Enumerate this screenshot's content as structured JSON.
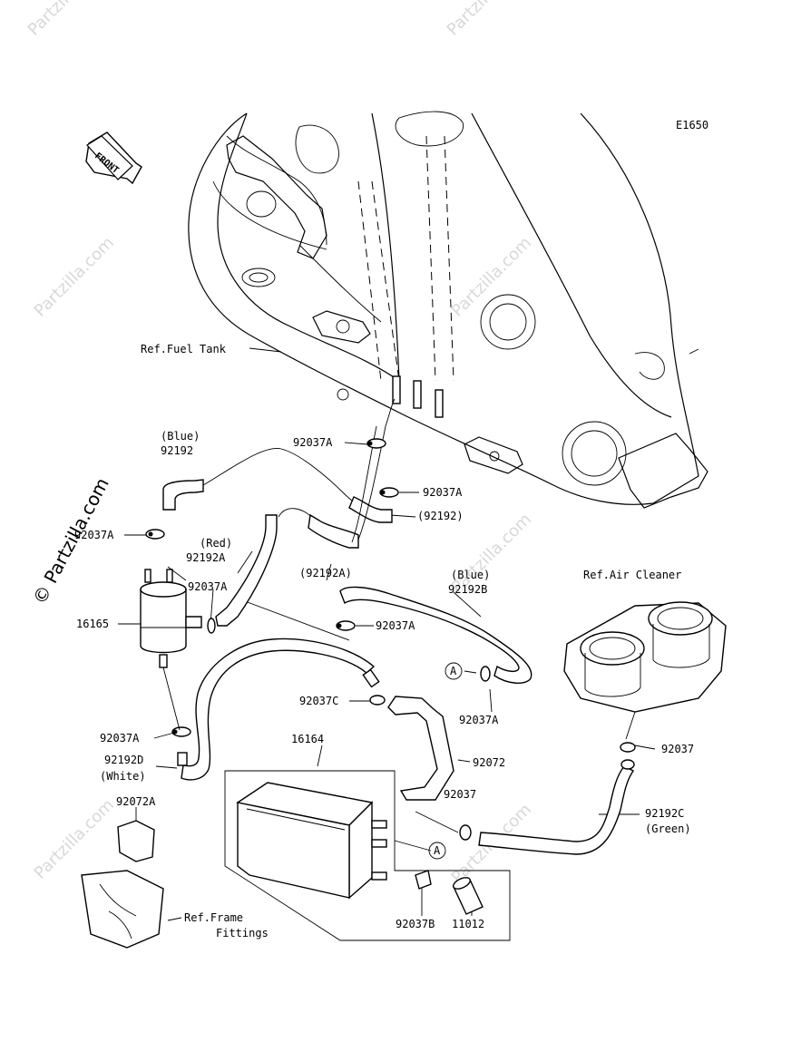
{
  "figure_code": "E1650",
  "front_marker": "FRONT",
  "watermark": {
    "text": "© Partzilla.com",
    "main": "© Partzilla.com",
    "repeat": "Partzilla.com"
  },
  "callouts": {
    "ref_fuel_tank": "Ref.Fuel Tank",
    "blue_1": "(Blue)",
    "p92192": "92192",
    "p92037A_top": "92037A",
    "p92037A_mid": "92037A",
    "p92192_paren": "(92192)",
    "p92037A_left": "92037A",
    "red": "(Red)",
    "p92192A": "92192A",
    "p92192A_paren": "(92192A)",
    "p92037A_filter": "92037A",
    "p16165": "16165",
    "blue_2": "(Blue)",
    "p92192B": "92192B",
    "p92037A_center": "92037A",
    "ref_air_cleaner": "Ref.Air Cleaner",
    "circle_a_1": "A",
    "p92037A_right": "92037A",
    "p92037C": "92037C",
    "p92037A_lower": "92037A",
    "p92192D": "92192D",
    "white": "(White)",
    "p16164": "16164",
    "p92072": "92072",
    "p92037_air": "92037",
    "p92072A": "92072A",
    "p92037_canister": "92037",
    "p92192C": "92192C",
    "green": "(Green)",
    "circle_a_2": "A",
    "ref_frame": "Ref.Frame",
    "fittings": "Fittings",
    "p92037B": "92037B",
    "p11012": "11012"
  }
}
